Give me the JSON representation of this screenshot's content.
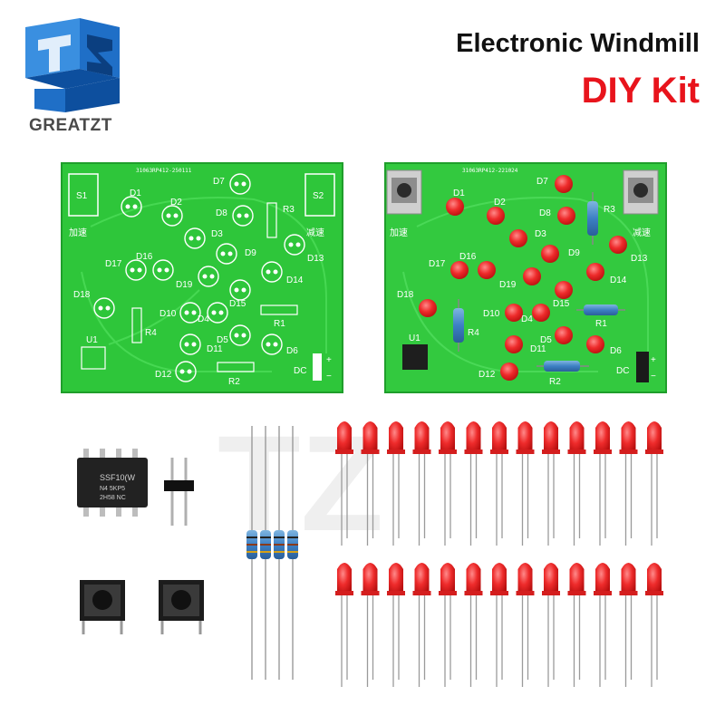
{
  "brand": {
    "name": "GREATZT",
    "colors": {
      "logo_light": "#3a8fe0",
      "logo_dark": "#0d4f9e",
      "logo_mid": "#1f6fc7"
    }
  },
  "title": {
    "line1": "Electronic Windmill",
    "line2": "DIY Kit",
    "line1_color": "#111111",
    "line2_color": "#e8141c"
  },
  "board_left": {
    "code": "31063RP412-250111",
    "switch_left": "S1",
    "switch_right": "S2",
    "label_left": "加速",
    "label_right": "减速",
    "leds": [
      "D1",
      "D2",
      "D3",
      "D4",
      "D5",
      "D6",
      "D7",
      "D8",
      "D9",
      "D10",
      "D11",
      "D12",
      "D13",
      "D14",
      "D15",
      "D16",
      "D17",
      "D18",
      "D19"
    ],
    "resistors": [
      "R1",
      "R2",
      "R3",
      "R4"
    ],
    "ic": "U1",
    "power": "DC",
    "plus": "+",
    "minus": "−"
  },
  "board_right": {
    "code": "31063RP412-221024",
    "label_left": "加速",
    "label_right": "减速",
    "leds": [
      "D1",
      "D2",
      "D3",
      "D4",
      "D5",
      "D6",
      "D7",
      "D8",
      "D9",
      "D10",
      "D11",
      "D12",
      "D13",
      "D14",
      "D15",
      "D16",
      "D17",
      "D18",
      "D19"
    ],
    "resistors": [
      "R1",
      "R2",
      "R3",
      "R4"
    ],
    "ic": "U1",
    "power": "DC",
    "plus": "+",
    "minus": "−"
  },
  "chip": {
    "line1": "SSF10(W",
    "line2": "N4 5KP5",
    "line3": "2H58 NC"
  },
  "colors": {
    "pcb": "#2ec63a",
    "pcb_edge": "#1f9e2b",
    "led": "#ee2b2b",
    "silk": "#ffffff"
  }
}
